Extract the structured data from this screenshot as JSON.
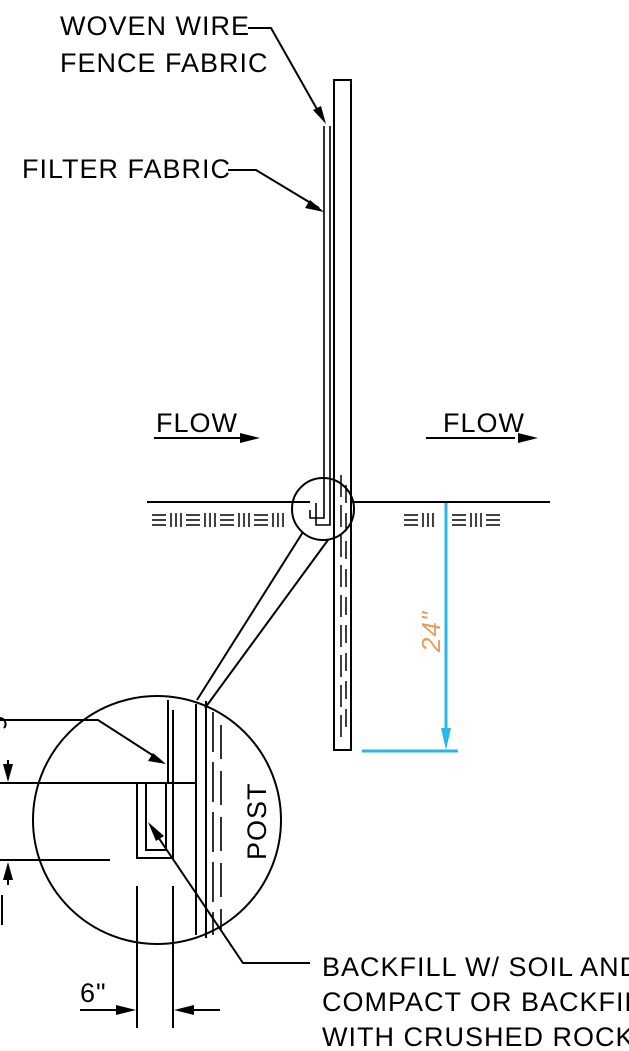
{
  "labels": {
    "woven_wire_line1": "WOVEN WIRE",
    "woven_wire_line2": "FENCE FABRIC",
    "filter_fabric": "FILTER FABRIC",
    "flow_left": "FLOW",
    "flow_right": "FLOW",
    "post": "POST",
    "backfill_line1": "BACKFILL W/ SOIL AND",
    "backfill_line2": "COMPACT OR BACKFILL",
    "backfill_line3": "WITH CRUSHED ROCK"
  },
  "dimensions": {
    "depth": "24\"",
    "trench_width": "6\""
  },
  "colors": {
    "line": "#000000",
    "dimension_line": "#29b6e8",
    "dimension_text": "#e0a060"
  }
}
